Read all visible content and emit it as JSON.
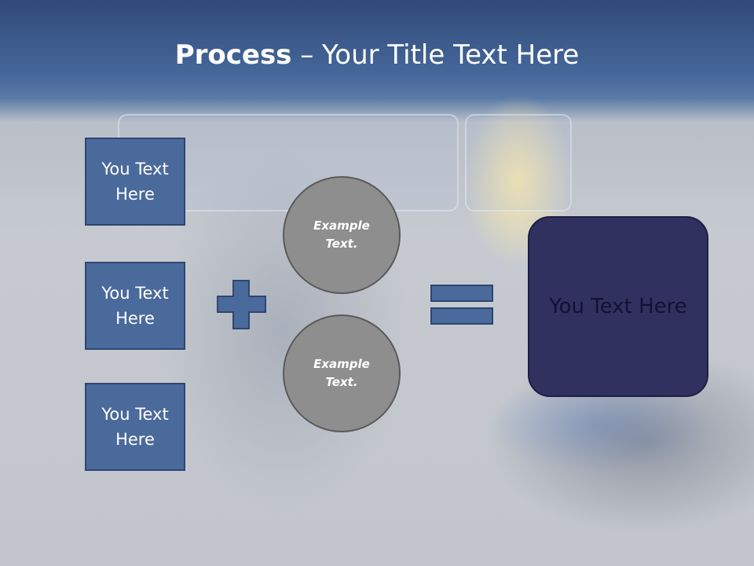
{
  "slide": {
    "title_bold": "Process",
    "title_rest": " – Your Title Text Here"
  },
  "inputs": [
    {
      "label": "You Text Here"
    },
    {
      "label": "You Text Here"
    },
    {
      "label": "You Text Here"
    }
  ],
  "circles": [
    {
      "label": "Example Text."
    },
    {
      "label": "Example Text."
    }
  ],
  "operators": {
    "plus_icon": "plus-icon",
    "equals_icon": "equals-icon"
  },
  "result": {
    "label": "You Text Here"
  },
  "colors": {
    "header": "#46679a",
    "box_fill": "#4a6a9c",
    "circle_fill": "#8e8e8e",
    "result_fill": "#313160"
  }
}
